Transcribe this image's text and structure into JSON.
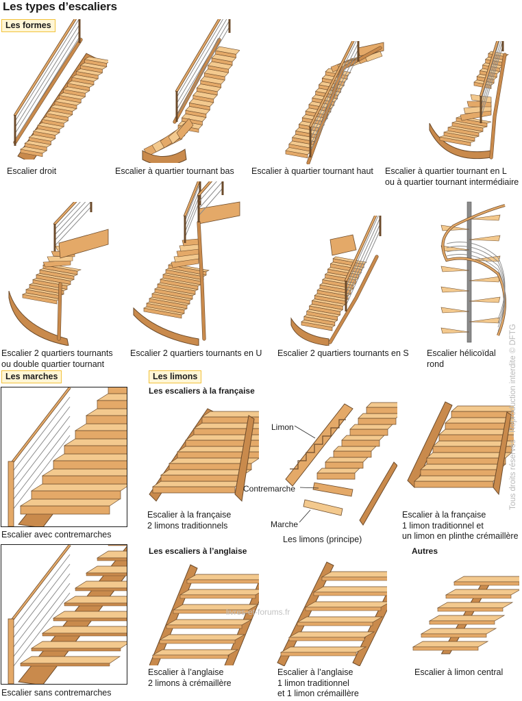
{
  "title": "Les types d’escaliers",
  "sections": {
    "formes": "Les formes",
    "marches": "Les marches",
    "limons": "Les limons"
  },
  "subsections": {
    "francaise": "Les escaliers à la française",
    "anglaise": "Les escaliers à l’anglaise",
    "autres": "Autres"
  },
  "formes": [
    {
      "line1": "Escalier droit",
      "line2": ""
    },
    {
      "line1": "Escalier à quartier tournant bas",
      "line2": ""
    },
    {
      "line1": "Escalier à quartier tournant haut",
      "line2": ""
    },
    {
      "line1": "Escalier à quartier tournant en L",
      "line2": "ou à quartier tournant intermédiaire"
    },
    {
      "line1": "Escalier 2 quartiers tournants",
      "line2": "ou double quartier tournant"
    },
    {
      "line1": "Escalier 2 quartiers tournants en U",
      "line2": ""
    },
    {
      "line1": "Escalier 2 quartiers tournants en S",
      "line2": ""
    },
    {
      "line1": "Escalier hélicoïdal",
      "line2": "rond"
    }
  ],
  "marches": [
    {
      "line1": "Escalier avec contremarches"
    },
    {
      "line1": "Escalier sans contremarches"
    }
  ],
  "limons_francaise": [
    {
      "line1": "Escalier à la française",
      "line2": "2 limons traditionnels",
      "line3": ""
    },
    {
      "line1": "Les limons (principe)",
      "line2": "",
      "line3": ""
    },
    {
      "line1": "Escalier à la française",
      "line2": "1 limon traditionnel et",
      "line3": "un limon en plinthe crémaillère"
    }
  ],
  "principe_labels": {
    "limon": "Limon",
    "contremarche": "Contremarche",
    "marche": "Marche"
  },
  "limons_anglaise": [
    {
      "line1": "Escalier à l’anglaise",
      "line2": "2 limons à crémaillère",
      "line3": ""
    },
    {
      "line1": "Escalier à l’anglaise",
      "line2": "1 limon traditionnel",
      "line3": "et 1 limon crémaillère"
    },
    {
      "line1": "Escalier à limon central",
      "line2": "",
      "line3": ""
    }
  ],
  "copyright": "Tous droits réservés - Reproduction interdite © DFTG",
  "watermark": "livres-et-forums.fr",
  "colors": {
    "wood_light": "#f3c98e",
    "wood_mid": "#e4a968",
    "wood_dark": "#c98a4c",
    "outline": "#6b4a2a",
    "metal": "#8a8a8a",
    "tag_border": "#f2c23a",
    "tag_fill": "#fff6d6"
  }
}
